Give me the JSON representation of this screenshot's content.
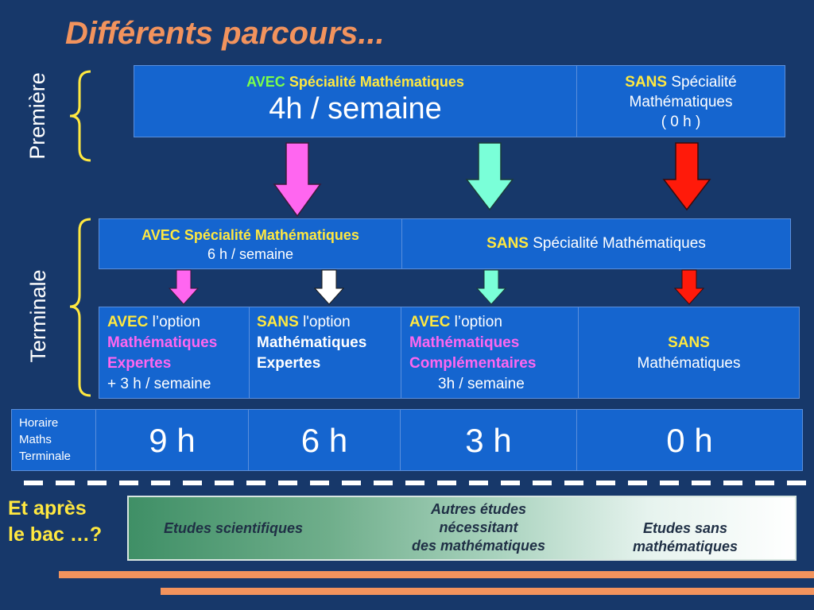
{
  "title": "Différents parcours...",
  "premiere": {
    "label": "Première",
    "avec": {
      "avec": "AVEC",
      "spec": "Spécialité Mathématiques",
      "hours": "4h / semaine"
    },
    "sans": {
      "sans": "SANS",
      "line1": "Spécialité",
      "line2": "Mathématiques",
      "line3": "( 0 h )"
    }
  },
  "terminale": {
    "label": "Terminale",
    "avec": {
      "avec": "AVEC",
      "spec": "Spécialité Mathématiques",
      "hours": "6 h / semaine"
    },
    "sans": {
      "sans": "SANS",
      "spec": "Spécialité Mathématiques"
    },
    "options": [
      {
        "avec": "AVEC",
        "l1": "l’option",
        "l2": "Mathématiques",
        "l3": "Expertes",
        "l4": "+ 3 h / semaine"
      },
      {
        "sans": "SANS",
        "l1": "l'option",
        "l2": "Mathématiques",
        "l3": "Expertes"
      },
      {
        "avec": "AVEC",
        "l1": "l’option",
        "l2": "Mathématiques",
        "l3": "Complémentaires",
        "l4": "3h / semaine"
      },
      {
        "sans": "SANS",
        "l2": "Mathématiques"
      }
    ]
  },
  "horaire": {
    "label1": "Horaire",
    "label2": "Maths",
    "label3": "Terminale",
    "values": [
      "9 h",
      "6 h",
      "3 h",
      "0 h"
    ]
  },
  "apres": {
    "line1": "Et après",
    "line2": "le bac …?",
    "etudes_sci": "Etudes scientifiques",
    "autres1": "Autres études",
    "autres2": "nécessitant",
    "autres3": "des mathématiques",
    "sans1": "Etudes  sans",
    "sans2": "mathématiques"
  },
  "colors": {
    "background": "#17386a",
    "box": "#1565cf",
    "title": "#f2935d",
    "yellow": "#ffe840",
    "green": "#7cff48",
    "pink": "#ff66f0",
    "arrow_pink": "#ff66f0",
    "arrow_cyan": "#7affd8",
    "arrow_red": "#ff1a0a",
    "arrow_white": "#ffffff"
  }
}
